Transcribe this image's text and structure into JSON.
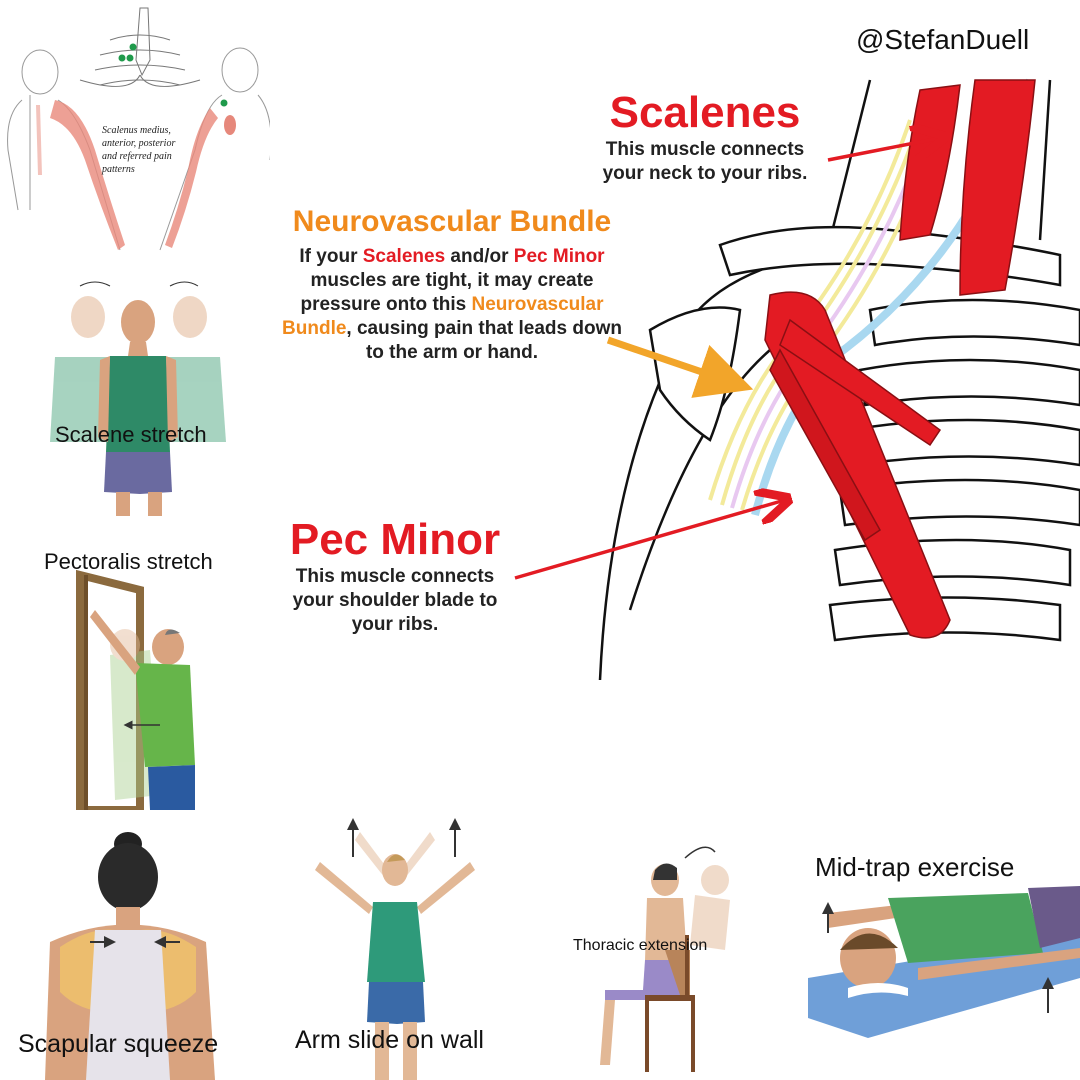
{
  "handle": "@StefanDuell",
  "referral_note": "Scalenus medius, anterior, posterior and referred pain patterns",
  "anatomy": {
    "scalenes": {
      "title": "Scalenes",
      "text": "This muscle connects your neck to your ribs."
    },
    "bundle": {
      "title": "Neurovascular Bundle",
      "text_parts": [
        "If your ",
        "Scalenes",
        " and/or ",
        "Pec Minor",
        " muscles are tight, it may create pressure onto this ",
        "Neurovascular Bundle",
        ", causing pain that leads down to the arm or hand."
      ]
    },
    "pec_minor": {
      "title": "Pec Minor",
      "text": "This muscle connects your shoulder blade to your ribs."
    }
  },
  "exercises": {
    "scalene": "Scalene stretch",
    "pectoralis": "Pectoralis stretch",
    "scapular": "Scapular squeeze",
    "arm_slide": "Arm slide on wall",
    "thoracic": "Thoracic extension",
    "mid_trap": "Mid-trap exercise"
  },
  "colors": {
    "muscle_red": "#e31b23",
    "bundle_orange": "#f08a1c",
    "tank_green": "#5fae8c",
    "shirt_green": "#66b54a"
  }
}
